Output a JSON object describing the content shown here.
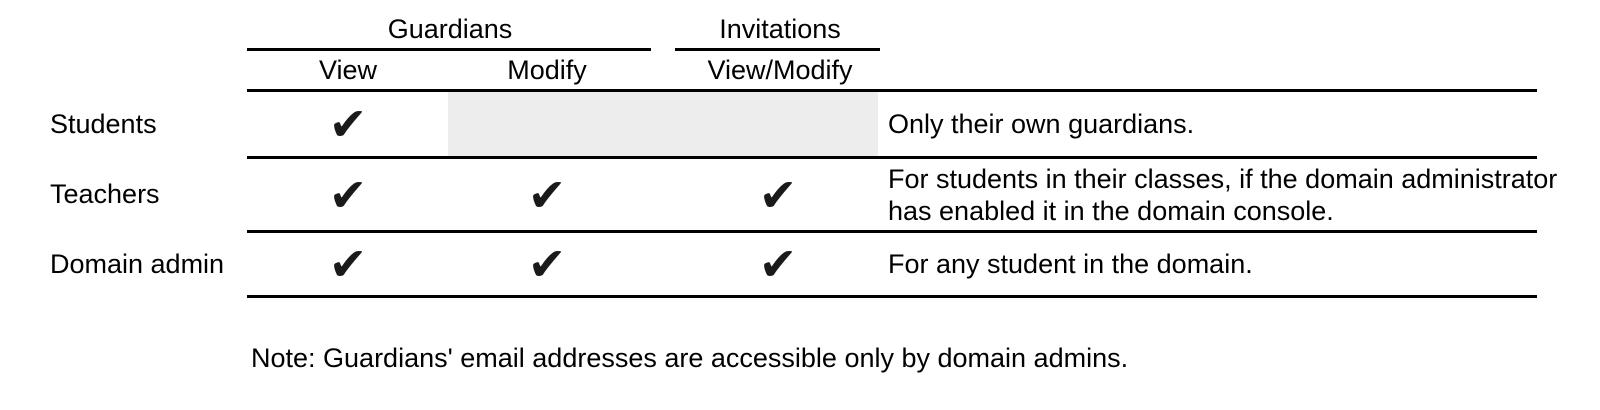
{
  "table": {
    "column_groups": [
      {
        "label": "Guardians"
      },
      {
        "label": "Invitations"
      }
    ],
    "columns": [
      {
        "key": "guardians_view",
        "label": "View"
      },
      {
        "key": "guardians_modify",
        "label": "Modify"
      },
      {
        "key": "invitations_view_modify",
        "label": "View/Modify"
      }
    ],
    "check_glyph": "✔",
    "rows": [
      {
        "label": "Students",
        "guardians_view": true,
        "guardians_modify": false,
        "invitations_view_modify": false,
        "disabled_cells": true,
        "note": "Only their own guardians."
      },
      {
        "label": "Teachers",
        "guardians_view": true,
        "guardians_modify": true,
        "invitations_view_modify": true,
        "disabled_cells": false,
        "note": "For students in their classes, if the domain administrator has enabled it in the domain console."
      },
      {
        "label": "Domain admin",
        "guardians_view": true,
        "guardians_modify": true,
        "invitations_view_modify": true,
        "disabled_cells": false,
        "note": "For any student in the domain."
      }
    ]
  },
  "footnote": "Note: Guardians' email addresses are accessible only by domain admins.",
  "colors": {
    "text": "#000000",
    "rule": "#000000",
    "disabled_cell_bg": "#ededed"
  }
}
